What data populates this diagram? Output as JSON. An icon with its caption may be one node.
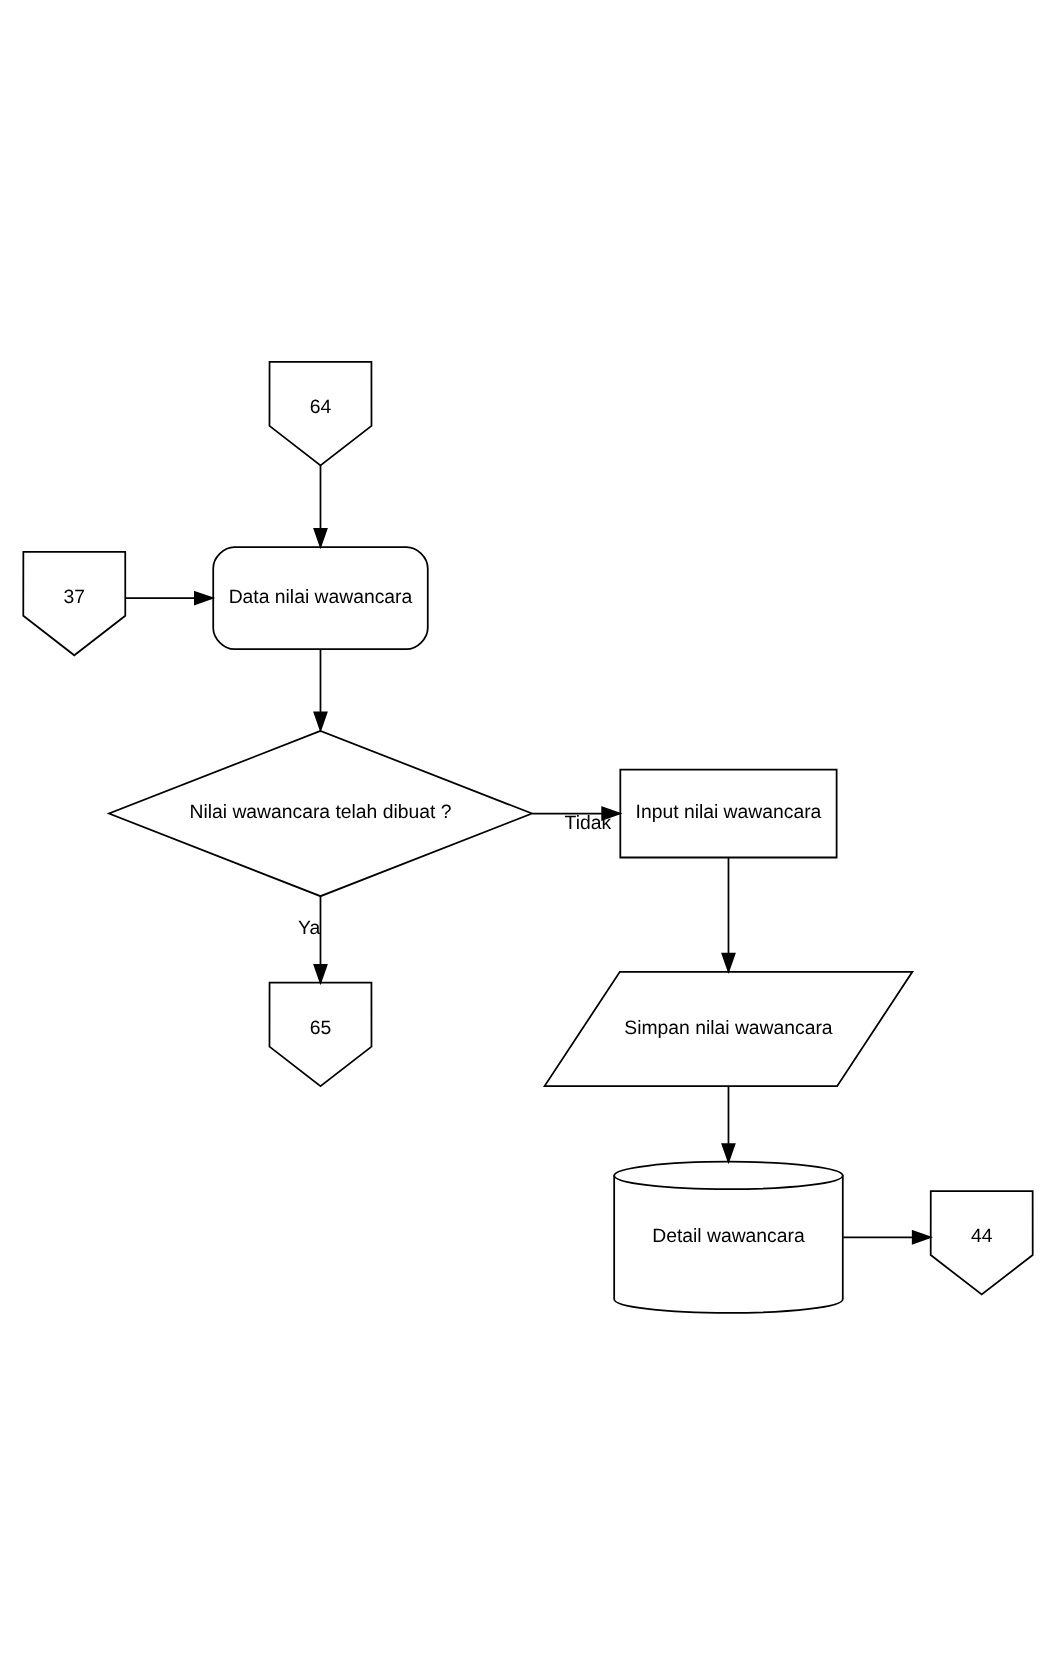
{
  "diagram": {
    "nodes": [
      {
        "text": [
          "64"
        ]
      },
      {
        "text": [
          "37"
        ]
      },
      {
        "text": [
          "Data nilai wawancara"
        ]
      },
      {
        "text": [
          "Nilai wawancara telah dibuat ?"
        ]
      },
      {
        "text": [
          "Input nilai wawancara"
        ]
      },
      {
        "text": [
          "65"
        ]
      },
      {
        "text": [
          "Simpan nilai wawancara"
        ]
      },
      {
        "text": [
          "Detail wawancara"
        ]
      },
      {
        "text": [
          "44"
        ]
      }
    ],
    "edges": [
      {
        "from": 0,
        "to": 2,
        "arrow": "to"
      },
      {
        "from": 1,
        "to": 2,
        "arrow": "to"
      },
      {
        "from": 2,
        "to": 3,
        "arrow": "to"
      },
      {
        "from": 3,
        "to": 4,
        "arrow": "to",
        "label": "Tidak"
      },
      {
        "from": 3,
        "to": 5,
        "arrow": "to",
        "label": "Ya"
      },
      {
        "from": 4,
        "to": 6,
        "arrow": "to"
      },
      {
        "from": 6,
        "to": 7,
        "arrow": "to"
      },
      {
        "from": 7,
        "to": 8,
        "arrow": "to"
      }
    ]
  }
}
